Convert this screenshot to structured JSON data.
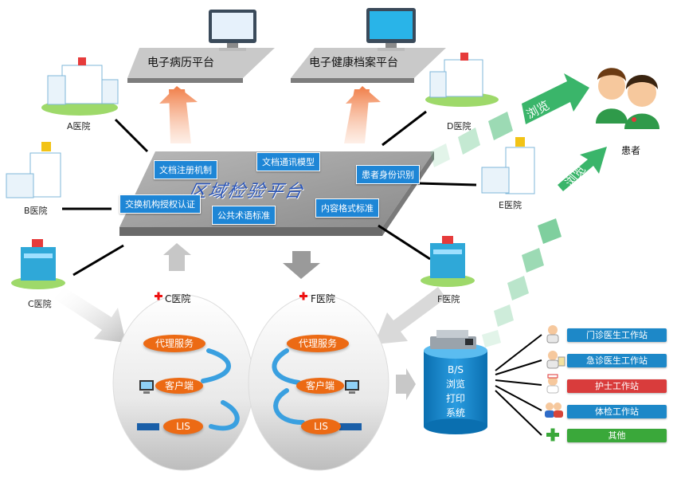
{
  "platforms": {
    "emr": "电子病历平台",
    "ehr": "电子健康档案平台"
  },
  "central_platform": {
    "title": "区域检验平台",
    "tags": [
      "文档注册机制",
      "文档通讯模型",
      "患者身份识别",
      "交换机构授权认证",
      "公共术语标准",
      "内容格式标准"
    ]
  },
  "hospitals": {
    "a": "A医院",
    "b": "B医院",
    "c": "C医院",
    "d": "D医院",
    "e": "E医院",
    "f": "F医院"
  },
  "patients": {
    "label": "患者",
    "browse_arrow_1": "浏览",
    "browse_arrow_2": "浏览"
  },
  "ovals": [
    {
      "header": "C医院",
      "nodes": [
        "代理服务",
        "客户端",
        "LIS"
      ]
    },
    {
      "header": "F医院",
      "nodes": [
        "代理服务",
        "客户端",
        "LIS"
      ]
    }
  ],
  "bs_system": {
    "lines": [
      "B/S",
      "浏览",
      "打印",
      "系统"
    ]
  },
  "stations": [
    {
      "label": "门诊医生工作站",
      "color": "#1d88c8",
      "icon": "doctor-icon"
    },
    {
      "label": "急诊医生工作站",
      "color": "#1d88c8",
      "icon": "doctor-clipboard-icon"
    },
    {
      "label": "护士工作站",
      "color": "#d93c3c",
      "icon": "nurse-icon"
    },
    {
      "label": "体检工作站",
      "color": "#1d88c8",
      "icon": "people-icon"
    },
    {
      "label": "其他",
      "color": "#3aa83a",
      "icon": "plus-icon"
    }
  ],
  "colors": {
    "tag_blue": "#1e86d6",
    "orange": "#ec6a14",
    "green_arrow": "#3ab56a",
    "platform_gray": "#8c8c8c"
  }
}
